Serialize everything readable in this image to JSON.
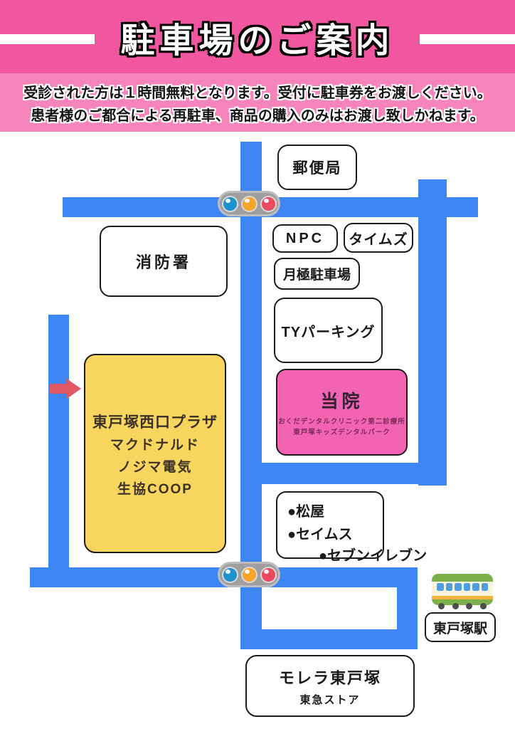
{
  "header": {
    "title": "駐車場のご案内",
    "notice_line1": "受診された方は１時間無料となります。受付に駐車券をお渡しください。",
    "notice_line2": "患者様のご都合による再駐車、商品の購入のみはお渡し致しかねます。"
  },
  "map": {
    "post_office": "郵便局",
    "fire_station": "消防署",
    "npc": "NPC",
    "times": "タイムズ",
    "monthly_parking": "月極駐車場",
    "ty_parking": "TYパーキング",
    "clinic": {
      "title": "当院",
      "line1": "おくだデンタルクリニック第二診療所",
      "line2": "東戸塚キッズデンタルパーク"
    },
    "plaza": {
      "title": "東戸塚西口プラザ",
      "tenants": [
        "マクドナルド",
        "ノジマ電気",
        "生協COOP"
      ]
    },
    "shops": {
      "line1": "●松屋",
      "line2": "●セイムス",
      "line3": "●セブンイレブン"
    },
    "station": "東戸塚駅",
    "morela": {
      "title": "モレラ東戸塚",
      "subtitle": "東急ストア"
    },
    "icons": {
      "traffic_light": "traffic-light-icon",
      "train": "train-icon",
      "arrow": "right-arrow-icon"
    }
  },
  "colors": {
    "title-bg": "#f0579e",
    "subtitle-bg": "#f584bb",
    "road": "#3e86f3",
    "box-border": "#1c1c1c",
    "plaza-bg": "#f8d55e",
    "clinic-bg": "#f263b4",
    "clinic-text": "#7e2a55",
    "arrow": "#e25764",
    "signal-blue": "#1d93ce",
    "signal-orange": "#f7a429",
    "signal-red": "#e84a5f",
    "train-green": "#7cb14a",
    "train-cream": "#f7f3dc",
    "train-window": "#4f9fe0",
    "train-stripe": "#f3b33f"
  }
}
